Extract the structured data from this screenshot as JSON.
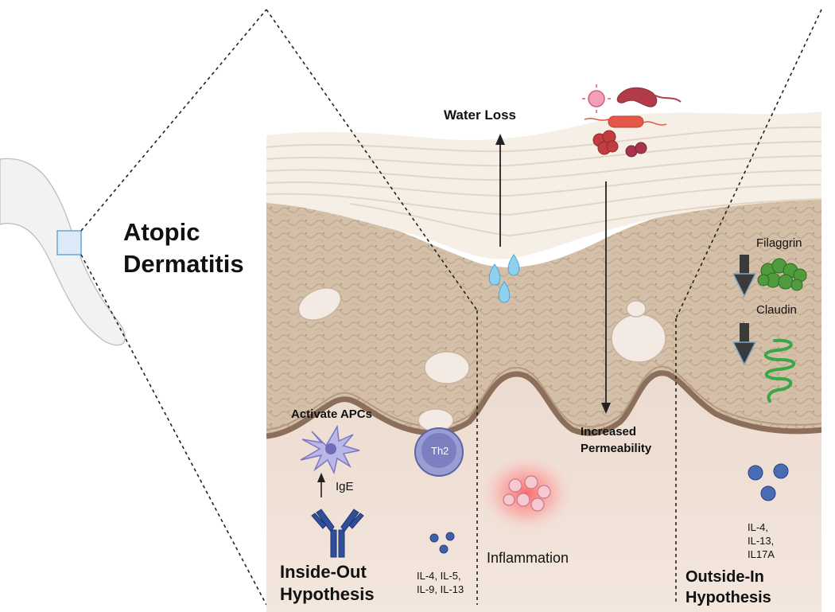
{
  "title_line1": "Atopic",
  "title_line2": "Dermatitis",
  "water_loss": "Water Loss",
  "activate_apcs": "Activate APCs",
  "ige": "IgE",
  "th2": "Th2",
  "increased_line1": "Increased",
  "increased_line2": "Permeability",
  "filaggrin": "Filaggrin",
  "claudin": "Claudin",
  "inflammation": "Inflammation",
  "inside_out_line1": "Inside-Out",
  "inside_out_line2": "Hypothesis",
  "outside_in_line1": "Outside-In",
  "outside_in_line2": "Hypothesis",
  "cytokines_left_line1": "IL-4, IL-5,",
  "cytokines_left_line2": "IL-9, IL-13",
  "cytokines_right_line1": "IL-4,",
  "cytokines_right_line2": "IL-13,",
  "cytokines_right_line3": "IL17A",
  "colors": {
    "skin_light": "#f4ece2",
    "epidermis": "#d7c3ad",
    "dermis": "#efdfd4",
    "apc": "#a7a3d9",
    "th2": "#8c8fc9",
    "antibody": "#2f4f9a",
    "cytokine": "#3f5fa8",
    "filaggrin": "#4f9b3e",
    "claudin": "#3aa848",
    "inflammation": "#e8454a",
    "water": "#8fd0ef",
    "down_arrow": "#3a3a3a"
  },
  "icons": [
    "arm-icon",
    "bacteria-icon",
    "water-drops-icon",
    "apc-cell-icon",
    "th2-cell-icon",
    "antibody-icon",
    "cytokine-icon",
    "filaggrin-icon",
    "claudin-icon",
    "inflammation-icon"
  ]
}
